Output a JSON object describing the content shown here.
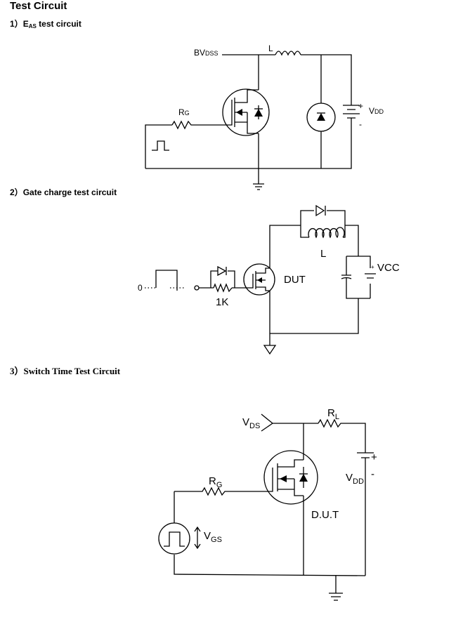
{
  "title": "Test Circuit",
  "sections": [
    {
      "num": "1）",
      "text_e": "E",
      "text_sub": "AS",
      "text_rest": " test circuit"
    },
    {
      "num": "2）",
      "text": "Gate charge test circuit"
    },
    {
      "num": "3）",
      "text": "Switch Time Test Circuit"
    }
  ],
  "circuit1": {
    "bv": "BV",
    "bv_sub": "DSS",
    "l": "L",
    "rg": "R",
    "rg_sub": "G",
    "vdd": "V",
    "vdd_sub": "DD",
    "plus": "+",
    "minus": "-"
  },
  "circuit2": {
    "zero": "0",
    "dut": "DUT",
    "res": "1K",
    "l": "L",
    "vcc": "VCC",
    "plus": "+"
  },
  "circuit3": {
    "vds": "V",
    "vds_sub": "DS",
    "rl": "R",
    "rl_sub": "L",
    "vdd": "V",
    "vdd_sub": "DD",
    "plus": "+",
    "minus": "-",
    "rg": "R",
    "rg_sub": "G",
    "dut": "D.U.T",
    "vgs": "V",
    "vgs_sub": "GS"
  }
}
